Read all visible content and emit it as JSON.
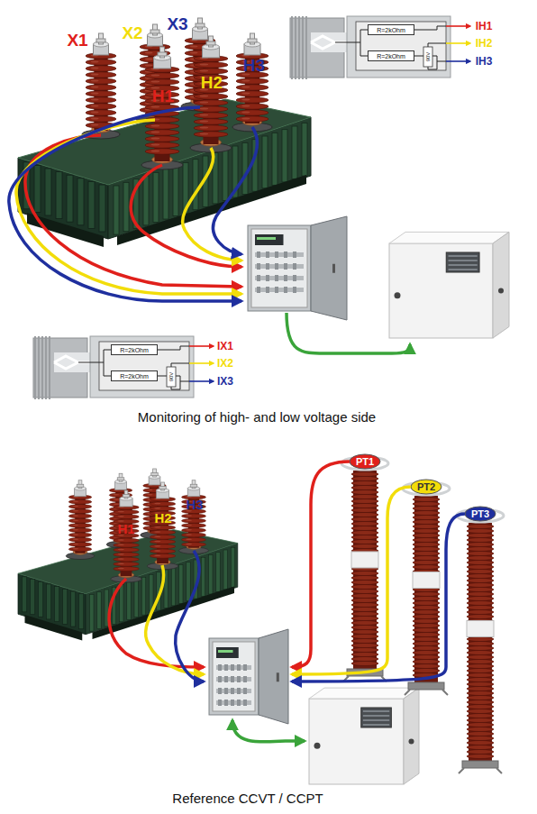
{
  "diagram": {
    "nodes": [
      {
        "text": [
          "R=2kOhm"
        ]
      },
      {
        "text": [
          "R=2kOhm"
        ]
      },
      {
        "text": [
          "R=2kOhm"
        ]
      },
      {
        "text": [
          "R=2kOhm"
        ]
      }
    ],
    "labels": [
      "X1",
      "X2",
      "X3",
      "H1",
      "H2",
      "H3",
      "IH1",
      "IH2",
      "IH3",
      "90V",
      "90V",
      "IX1",
      "IX2",
      "IX3",
      "Monitoring of high- and low voltage side",
      "H1",
      "H2",
      "H3",
      "PT1",
      "PT2",
      "PT3",
      "Reference CCVT / CCPT"
    ]
  }
}
